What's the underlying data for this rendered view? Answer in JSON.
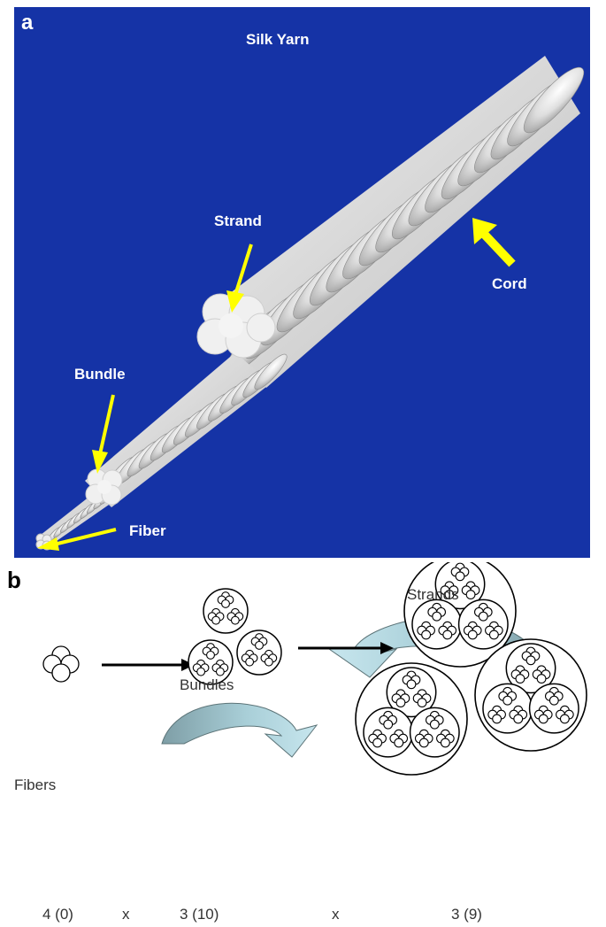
{
  "panel_a": {
    "letter": "a",
    "title": "Silk Yarn",
    "labels": {
      "strand": "Strand",
      "cord": "Cord",
      "bundle": "Bundle",
      "fiber": "Fiber"
    },
    "colors": {
      "background": "#1533a6",
      "arrow": "#ffff00",
      "yarn": "#e6e6e6"
    }
  },
  "panel_b": {
    "letter": "b",
    "labels": {
      "fibers": "Fibers",
      "bundles": "Bundles",
      "strands": "Strands"
    },
    "counts": {
      "fibers": "4 (0)",
      "bundles": "3 (10)",
      "strands": "3 (9)",
      "times": "x"
    },
    "colors": {
      "curved_arrow": "#a8d2dc",
      "curved_arrow_dark": "#7fa1a8"
    }
  }
}
